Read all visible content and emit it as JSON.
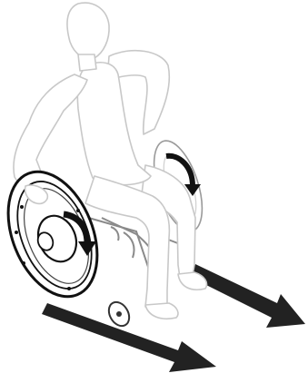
{
  "illustration": {
    "subject": "wheelchair-user-pushing-wheels",
    "icons": [
      "person-figure",
      "wheelchair",
      "left-wheel",
      "right-wheel",
      "caster-wheel",
      "rotation-arrow",
      "direction-arrow"
    ],
    "colors": {
      "background": "#ffffff",
      "figure_fill": "#ffffff",
      "figure_outline": "#c8c8c8",
      "wheel_outline": "#111111",
      "arrow": "#222222"
    }
  }
}
